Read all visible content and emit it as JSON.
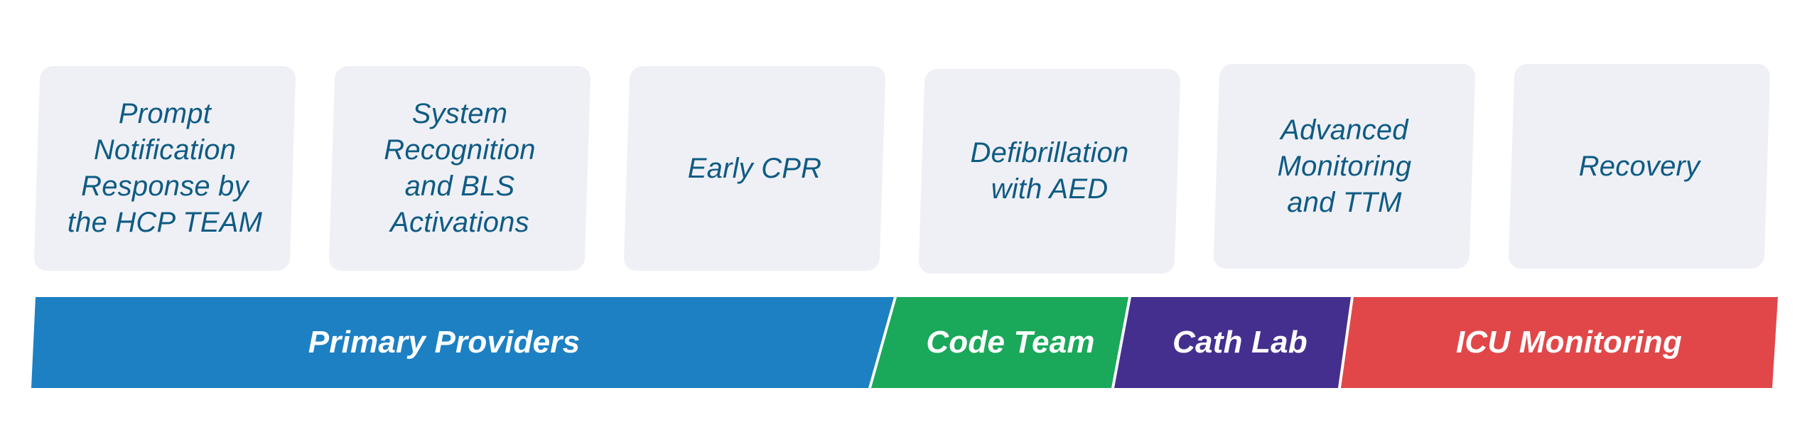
{
  "steps": [
    {
      "label": "Prompt\nNotification\nResponse by\nthe HCP TEAM"
    },
    {
      "label": "System\nRecognition\nand BLS\nActivations"
    },
    {
      "label": "Early CPR"
    },
    {
      "label": "Defibrillation\nwith AED"
    },
    {
      "label": "Advanced\nMonitoring\nand TTM"
    },
    {
      "label": "Recovery"
    }
  ],
  "phases": [
    {
      "label": "Primary Providers",
      "color": "#1c80c3"
    },
    {
      "label": "Code Team",
      "color": "#1aa85a"
    },
    {
      "label": "Cath Lab",
      "color": "#452f8e"
    },
    {
      "label": "ICU Monitoring",
      "color": "#e14749"
    }
  ]
}
